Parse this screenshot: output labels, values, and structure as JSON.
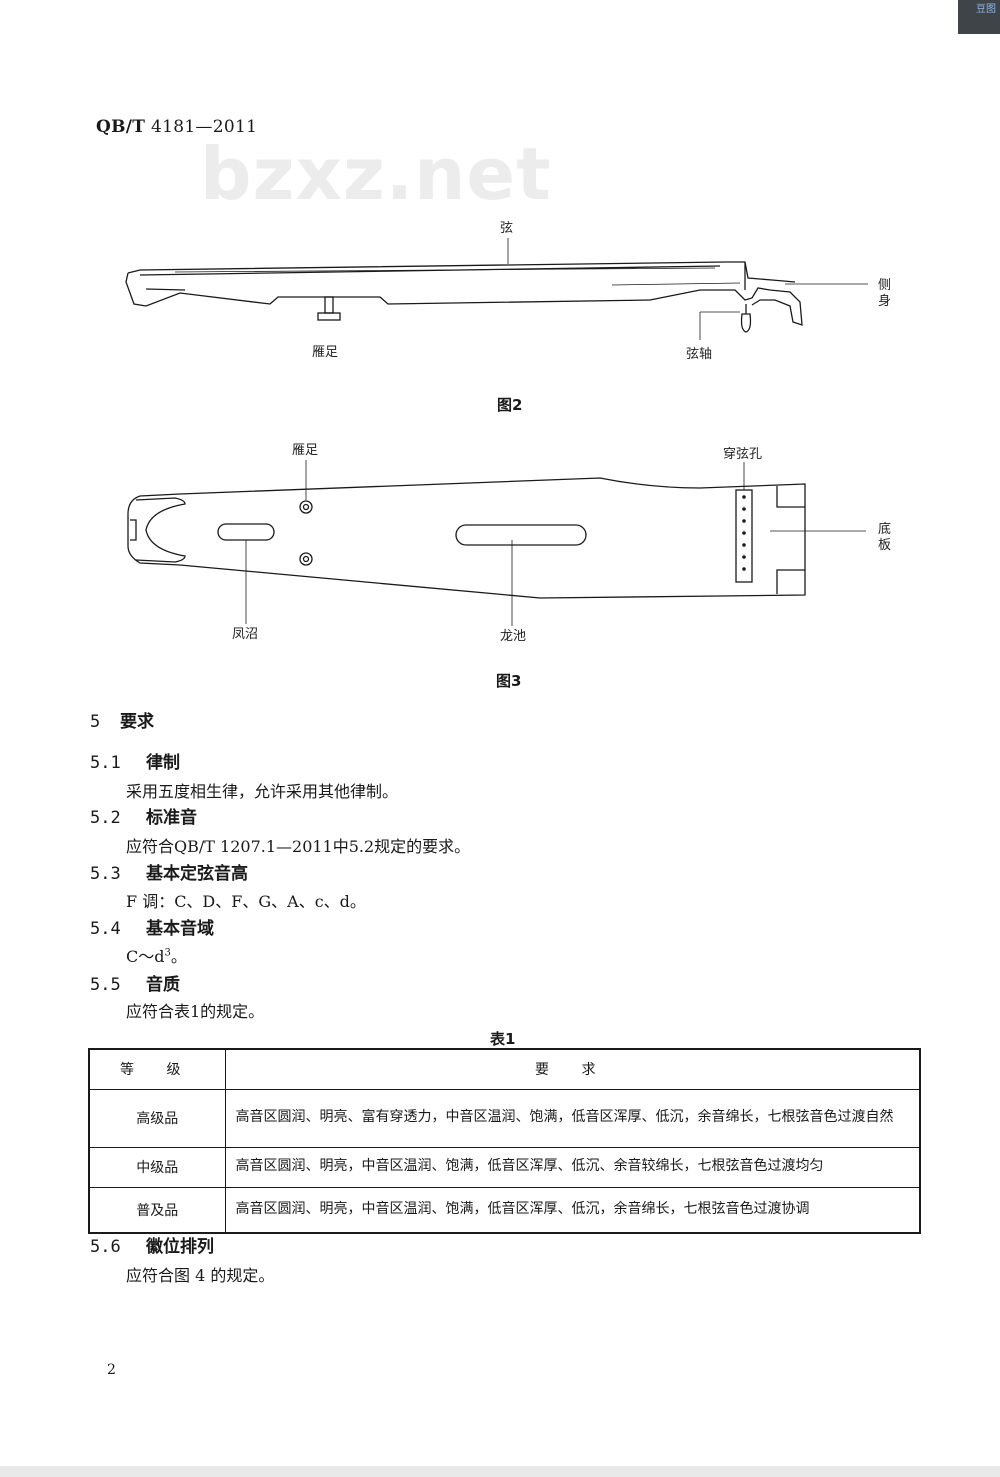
{
  "header": {
    "standard_code": "QB/T",
    "standard_number": "4181—2011"
  },
  "watermark": "bzxz.net",
  "figure2": {
    "caption": "图2",
    "labels": {
      "string": "弦",
      "side": "侧\n身",
      "bridge_foot": "雁足",
      "axle": "弦轴"
    }
  },
  "figure3": {
    "caption": "图3",
    "labels": {
      "bridge_foot": "雁足",
      "holes": "穿弦孔",
      "bottom": "底\n板",
      "phoenix": "凤沼",
      "dragon": "龙池"
    }
  },
  "sections": {
    "s5": {
      "num": "5",
      "title": "要求"
    },
    "s5_1": {
      "num": "5.1",
      "title": "律制",
      "body": "采用五度相生律，允许采用其他律制。"
    },
    "s5_2": {
      "num": "5.2",
      "title": "标准音",
      "body": "应符合QB/T 1207.1—2011中5.2规定的要求。"
    },
    "s5_3": {
      "num": "5.3",
      "title": "基本定弦音高",
      "body": "F 调：C、D、F、G、A、c、d。"
    },
    "s5_4": {
      "num": "5.4",
      "title": "基本音域",
      "body_main": "C～d",
      "body_sup": "3",
      "body_end": "。"
    },
    "s5_5": {
      "num": "5.5",
      "title": "音质",
      "body": "应符合表1的规定。"
    },
    "s5_6": {
      "num": "5.6",
      "title": "徽位排列",
      "body": "应符合图 4 的规定。"
    }
  },
  "table1": {
    "caption": "表1",
    "headers": [
      "等 级",
      "要 求"
    ],
    "rows": [
      {
        "grade": "高级品",
        "requirement": "高音区圆润、明亮、富有穿透力，中音区温润、饱满，低音区浑厚、低沉，余音绵长，七根弦音色过渡自然"
      },
      {
        "grade": "中级品",
        "requirement": "高音区圆润、明亮，中音区温润、饱满，低音区浑厚、低沉、余音较绵长，七根弦音色过渡均匀"
      },
      {
        "grade": "普及品",
        "requirement": "高音区圆润、明亮，中音区温润、饱满，低音区浑厚、低沉，余音绵长，七根弦音色过渡协调"
      }
    ]
  },
  "page_number": "2",
  "corner_button": "豆图"
}
